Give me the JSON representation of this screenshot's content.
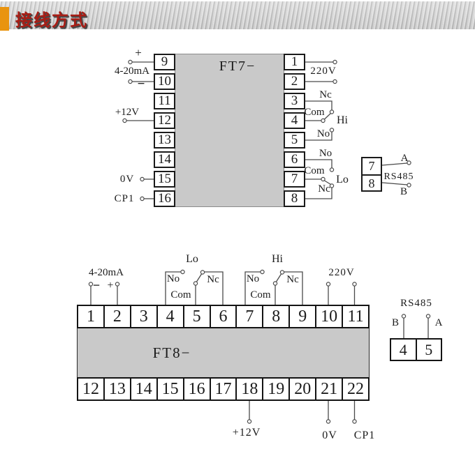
{
  "header": {
    "title": "接线方式"
  },
  "ft7": {
    "title": "FT7−",
    "left_terminals": [
      "9",
      "10",
      "11",
      "12",
      "13",
      "14",
      "15",
      "16"
    ],
    "right_terminals": [
      "1",
      "2",
      "3",
      "4",
      "5",
      "6",
      "7",
      "8"
    ],
    "labels": {
      "plus": "+",
      "current_loop": "4-20mA",
      "minus": "−",
      "supply": "+12V",
      "zero": "0V",
      "cp1": "CP1",
      "mains": "220V"
    },
    "hi": {
      "nc": "Nc",
      "com": "Com",
      "no": "No",
      "name": "Hi"
    },
    "lo": {
      "no": "No",
      "com": "Com",
      "nc": "Nc",
      "name": "Lo"
    },
    "rs485": {
      "terminals": [
        "7",
        "8"
      ],
      "a": "A",
      "label": "RS485",
      "b": "B"
    }
  },
  "ft8": {
    "title": "FT8−",
    "top_terminals": [
      "1",
      "2",
      "3",
      "4",
      "5",
      "6",
      "7",
      "8",
      "9",
      "10",
      "11"
    ],
    "bottom_terminals": [
      "12",
      "13",
      "14",
      "15",
      "16",
      "17",
      "18",
      "19",
      "20",
      "21",
      "22"
    ],
    "labels": {
      "current_loop": "4-20mA",
      "minus": "−",
      "plus": "+",
      "mains": "220V",
      "supply": "+12V",
      "zero": "0V",
      "cp1": "CP1"
    },
    "lo": {
      "name": "Lo",
      "no": "No",
      "com": "Com",
      "nc": "Nc"
    },
    "hi": {
      "name": "Hi",
      "no": "No",
      "com": "Com",
      "nc": "Nc"
    },
    "rs485": {
      "label": "RS485",
      "b": "B",
      "a": "A",
      "terminals": [
        "4",
        "5"
      ]
    }
  }
}
